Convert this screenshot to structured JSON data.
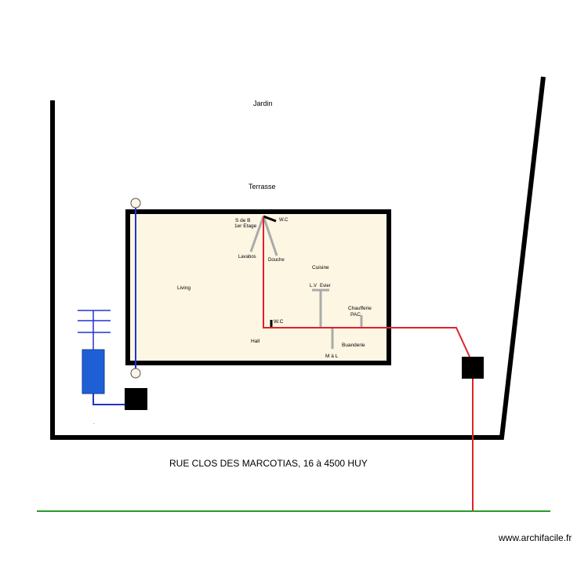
{
  "labels": {
    "jardin": "Jardin",
    "terrasse": "Terrasse",
    "sdb": "S de B",
    "etage": "1er Etage",
    "wc_top": "W.C",
    "lavabos": "Lavabos",
    "douche": "Douche",
    "cuisine": "Cuisine",
    "living": "Living",
    "lv": "L.V",
    "evier": "Evier",
    "chaufferie": "Chaufferie",
    "pac": "PAC",
    "wc_bottom": "W.C",
    "hall": "Hall",
    "buanderie": "Buanderie",
    "mal": "M à L",
    "dot": "."
  },
  "street": "RUE CLOS DES MARCOTIAS, 16 à 4500  HUY",
  "watermark": "www.archifacile.fr",
  "colors": {
    "wall": "#000000",
    "house_fill": "#fcf6e3",
    "sewer_line": "#e0202a",
    "water_line": "#2233cc",
    "tank": "#1f5fd6",
    "pipe_grey": "#aaaaaa",
    "ground_line": "#2a9a2a"
  }
}
